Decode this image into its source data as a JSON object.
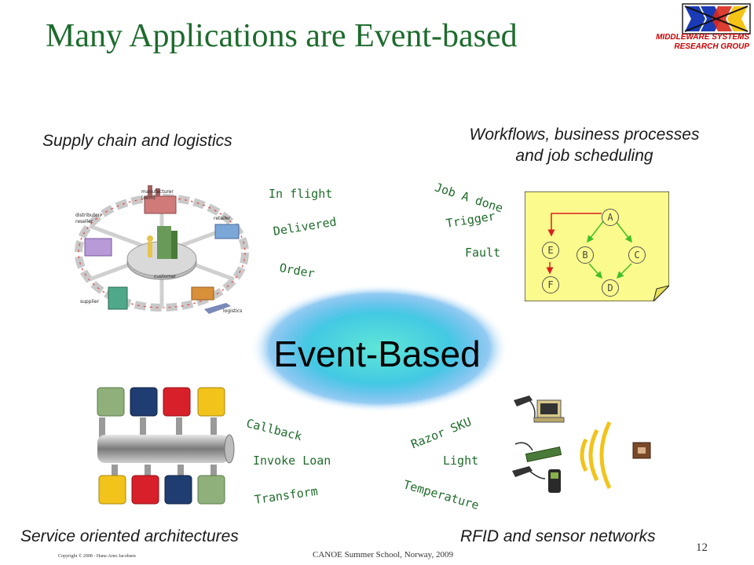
{
  "slide": {
    "title": "Many Applications are Event-based",
    "logo_line1": "MIDDLEWARE SYSTEMS",
    "logo_line2": "RESEARCH GROUP",
    "center_label": "Event-Based",
    "page_number": "12",
    "footer_center": "CANOE Summer School, Norway, 2009",
    "footer_copyright": "Copyright © 2008 - Hans-Arno Jacobsen"
  },
  "supply": {
    "heading": "Supply chain and logistics",
    "events": [
      "In flight",
      "Delivered",
      "Order"
    ],
    "diagram_labels": {
      "manufacturer": "manufacturer (oem)",
      "retailer": "retailer",
      "distributor": "distributor/ reseller",
      "supplier": "supplier",
      "logistics": "logistics",
      "customer": "customer"
    }
  },
  "workflow": {
    "heading_line1": "Workflows, business processes",
    "heading_line2": "and job scheduling",
    "events": [
      "Job A done",
      "Trigger",
      "Fault"
    ],
    "nodes": [
      "A",
      "B",
      "C",
      "D",
      "E",
      "F"
    ]
  },
  "soa": {
    "heading": "Service oriented architectures",
    "events": [
      "Callback",
      "Invoke Loan",
      "Transform"
    ]
  },
  "rfid": {
    "heading": "RFID and sensor networks",
    "events": [
      "Razor SKU",
      "Light",
      "Temperature"
    ]
  },
  "colors": {
    "title_green": "#1e6b2e",
    "event_green": "#1f6b2b",
    "cloud_center": "#4fd9d8",
    "cloud_edge": "#3aa0e8",
    "sticky_yellow": "#fbfa8c",
    "logo_red": "#cc0000"
  }
}
